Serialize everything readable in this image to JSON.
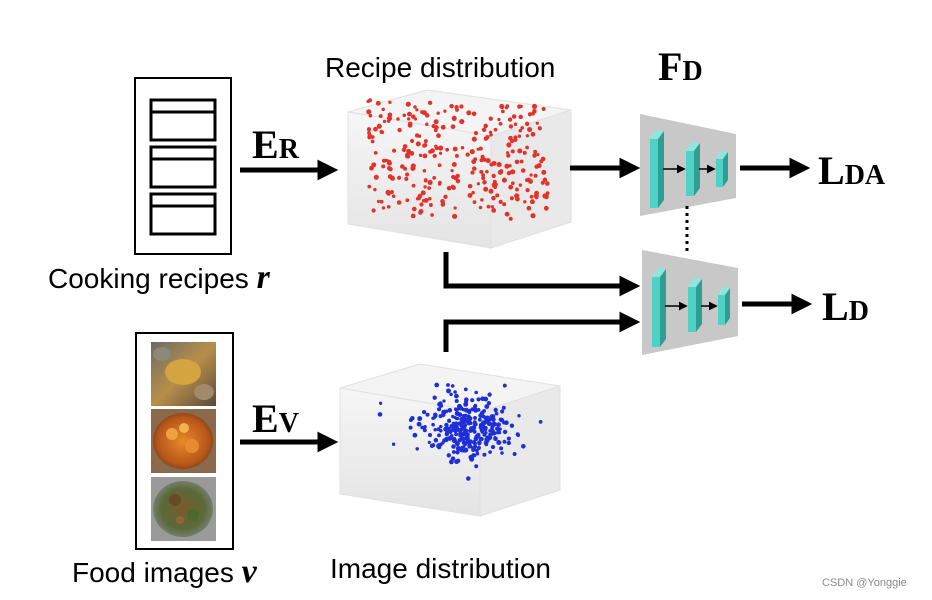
{
  "labels": {
    "recipe_distribution": "Recipe distribution",
    "image_distribution": "Image distribution",
    "cooking_recipes": "Cooking recipes",
    "cooking_recipes_var": "r",
    "food_images": "Food images",
    "food_images_var": "v",
    "encoder_recipe": {
      "base": "E",
      "sub": "R"
    },
    "encoder_image": {
      "base": "E",
      "sub": "V"
    },
    "discriminator": {
      "base": "F",
      "sub": "D"
    },
    "loss_da": {
      "base": "L",
      "sub": "DA"
    },
    "loss_d": {
      "base": "L",
      "sub": "D"
    },
    "watermark": "CSDN @Yonggie"
  },
  "colors": {
    "recipe_points": "#e0332b",
    "image_points": "#1f2fd6",
    "discriminator_layer": "#4fd1c5",
    "discriminator_bg": "#c8c8c8",
    "arrow": "#000000"
  },
  "icons": [
    "document-icon",
    "food-photo-icon",
    "discriminator-network-icon"
  ]
}
